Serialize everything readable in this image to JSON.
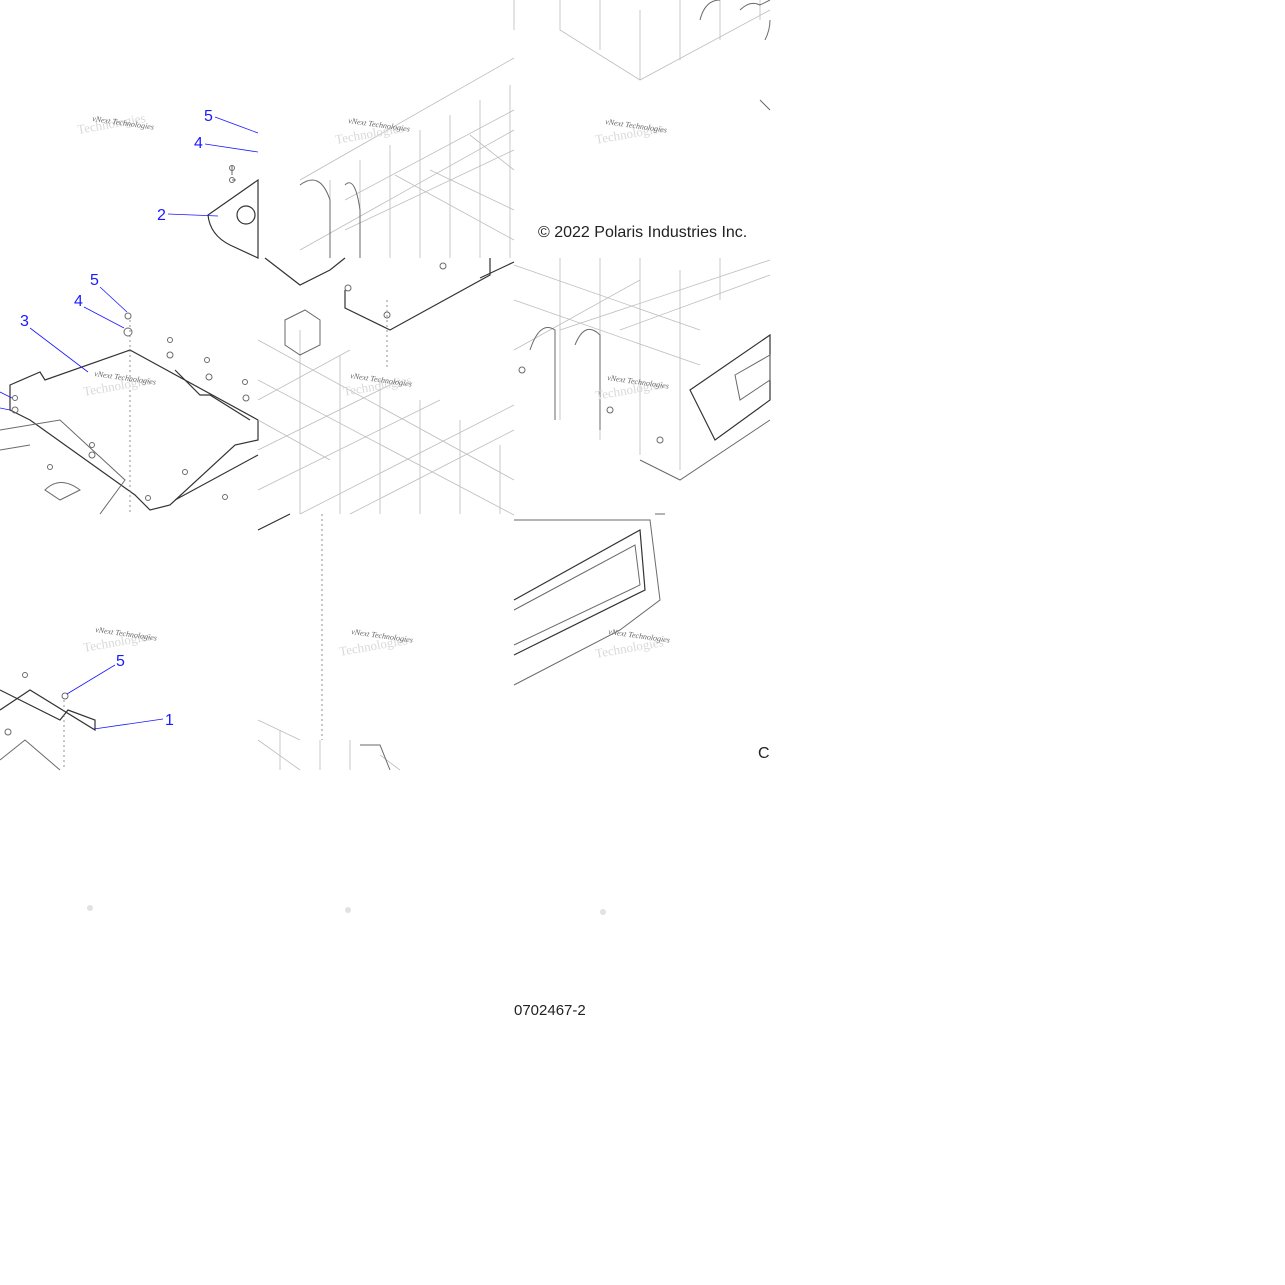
{
  "diagram": {
    "copyright": "© 2022 Polaris Industries Inc.",
    "copyright_fragment": "C",
    "part_number": "0702467-2",
    "watermark": "vNext Technologies",
    "callouts": {
      "c5a": "5",
      "c4a": "4",
      "c2": "2",
      "c5b": "5",
      "c4b": "4",
      "c3": "3",
      "c5c": "5",
      "c1": "1"
    }
  },
  "colors": {
    "callout": "#1a1aff",
    "linework": "#6a6a6a",
    "grid": "#bdbdbd",
    "text": "#222222"
  }
}
